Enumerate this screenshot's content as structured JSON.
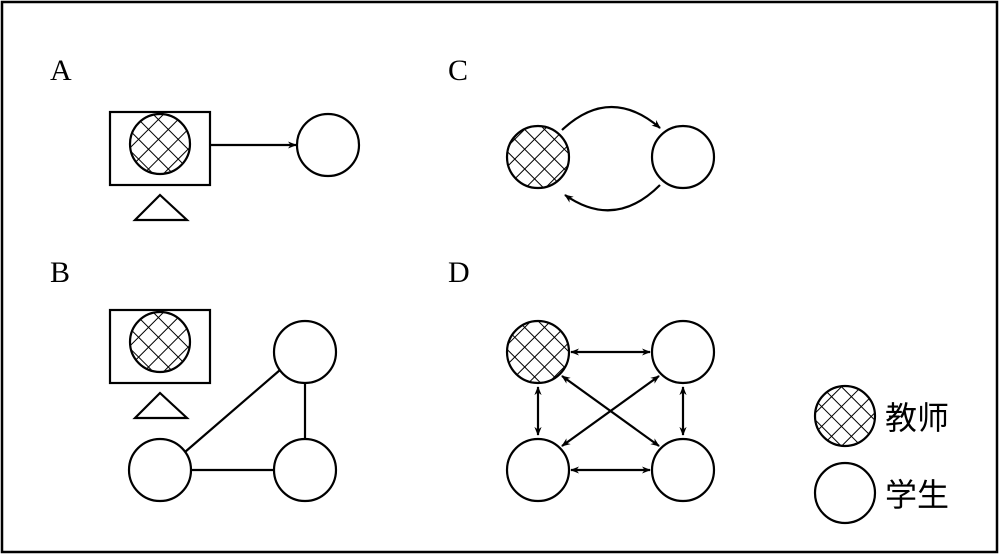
{
  "panels": {
    "a": {
      "label": "A"
    },
    "b": {
      "label": "B"
    },
    "c": {
      "label": "C"
    },
    "d": {
      "label": "D"
    }
  },
  "legend": {
    "teacher": "教师",
    "student": "学生"
  },
  "colors": {
    "stroke": "#000000",
    "background": "#ffffff"
  }
}
